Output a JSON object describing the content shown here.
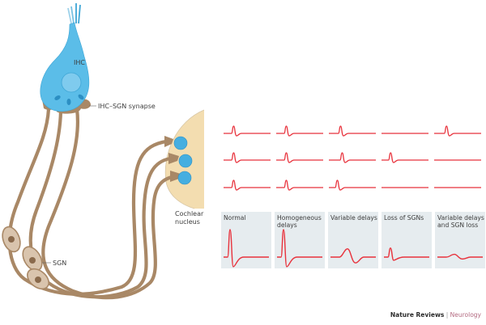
{
  "labels": {
    "ihc": "IHC",
    "synapse": "IHC–SGN synapse",
    "sgn": "SGN",
    "cochlear_nucleus_1": "Cochlear",
    "cochlear_nucleus_2": "nucleus"
  },
  "colors": {
    "ihc_fill": "#5bbde8",
    "neuron": "#a98866",
    "neuron_fill": "#d9c4ad",
    "nucleus_region": "#f3ddb0",
    "target_cell": "#45aee0",
    "trace": "#e8323c",
    "panel_bg": "#e6ecef"
  },
  "single_traces": {
    "rows": [
      [
        {
          "spike": true,
          "delay": 0.05
        },
        {
          "spike": true,
          "delay": 0.05
        },
        {
          "spike": true,
          "delay": 0.1
        },
        {
          "spike": false
        },
        {
          "spike": true,
          "delay": 0.12
        }
      ],
      [
        {
          "spike": true,
          "delay": 0.05
        },
        {
          "spike": true,
          "delay": 0.05
        },
        {
          "spike": true,
          "delay": 0.15
        },
        {
          "spike": true,
          "delay": 0.02
        },
        {
          "spike": false
        }
      ],
      [
        {
          "spike": true,
          "delay": 0.05
        },
        {
          "spike": true,
          "delay": 0.05
        },
        {
          "spike": true,
          "delay": 0.0
        },
        {
          "spike": false
        },
        {
          "spike": false
        }
      ]
    ]
  },
  "panels": [
    {
      "title_lines": [
        "Normal"
      ],
      "amplitude": 1.0,
      "width": 1.0
    },
    {
      "title_lines": [
        "Homogeneous",
        "delays"
      ],
      "amplitude": 1.0,
      "width": 1.0
    },
    {
      "title_lines": [
        "Variable delays"
      ],
      "amplitude": 0.3,
      "width": 2.5
    },
    {
      "title_lines": [
        "Loss of SGNs"
      ],
      "amplitude": 0.33,
      "width": 1.0
    },
    {
      "title_lines": [
        "Variable delays",
        "and SGN loss"
      ],
      "amplitude": 0.1,
      "width": 2.5
    }
  ],
  "footer": {
    "journal": "Nature Reviews",
    "separator": " | ",
    "section": "Neurology"
  }
}
